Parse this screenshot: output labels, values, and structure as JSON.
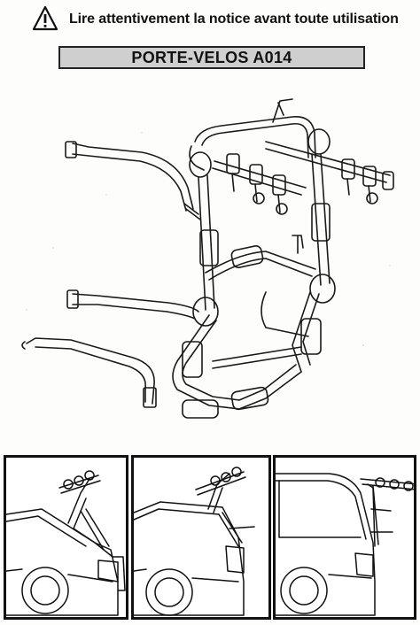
{
  "header": {
    "warning_icon": "warning-triangle-icon",
    "warning_text": "Lire attentivement la notice avant toute utilisation"
  },
  "title": {
    "text": "PORTE-VELOS A014"
  },
  "diagram": {
    "main": "bike-rack-illustration",
    "panels": [
      "sedan-mounted-view",
      "hatchback-mounted-view",
      "minivan-mounted-view"
    ]
  }
}
